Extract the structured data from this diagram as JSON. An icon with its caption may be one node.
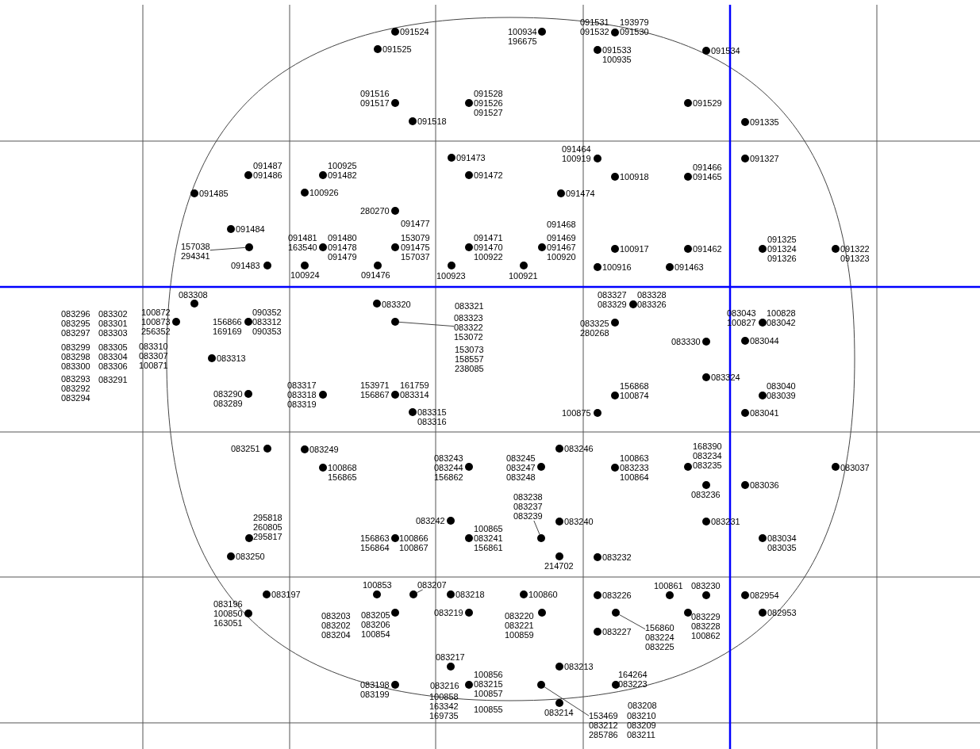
{
  "diagram": {
    "nodes": [
      {
        "text": [
          "157038",
          "294341"
        ]
      },
      {
        "text": [],
        "shape": "circle"
      },
      {
        "text": [
          "083323",
          "083322",
          "153072"
        ]
      },
      {
        "text": [],
        "shape": "circle"
      },
      {
        "text": [
          "083238",
          "083237",
          "083239"
        ]
      },
      {
        "text": [],
        "shape": "circle"
      },
      {
        "text": [
          "083207"
        ]
      },
      {
        "text": [],
        "shape": "circle"
      },
      {
        "text": [],
        "shape": "circle"
      },
      {
        "text": [
          "156860",
          "083224",
          "083225"
        ]
      },
      {
        "text": [],
        "shape": "circle"
      },
      {
        "text": [
          "153469",
          "083212",
          "285786"
        ]
      }
    ],
    "edges": [
      {
        "from": 0,
        "to": 1,
        "arrow": "none"
      },
      {
        "from": 3,
        "to": 2,
        "arrow": "none"
      },
      {
        "from": 4,
        "to": 5,
        "arrow": "none"
      },
      {
        "from": 6,
        "to": 7,
        "arrow": "none"
      },
      {
        "from": 8,
        "to": 9,
        "arrow": "none"
      },
      {
        "from": 10,
        "to": 11,
        "arrow": "none"
      }
    ],
    "labels": [
      "091524",
      "091525",
      "100934",
      "196675",
      "091531",
      "091532",
      "193979",
      "091530",
      "091533",
      "100935",
      "091534",
      "091516",
      "091517",
      "091528",
      "091526",
      "091527",
      "091529",
      "091518",
      "091335",
      "091464",
      "100919",
      "091473",
      "091327",
      "091487",
      "091486",
      "100925",
      "091482",
      "091466",
      "091465",
      "091472",
      "100918",
      "091485",
      "100926",
      "091474",
      "280270",
      "091477",
      "091468",
      "091484",
      "091481",
      "163540",
      "091480",
      "091478",
      "091479",
      "153079",
      "091475",
      "157037",
      "091471",
      "091470",
      "100922",
      "091469",
      "091467",
      "100920",
      "091325",
      "091324",
      "091326",
      "100917",
      "091462",
      "091322",
      "091323",
      "091483",
      "100916",
      "091463",
      "100924",
      "091476",
      "100923",
      "100921",
      "083308",
      "083327",
      "083329",
      "083328",
      "083326",
      "083320",
      "083321",
      "083296",
      "083295",
      "083297",
      "083302",
      "083301",
      "083303",
      "100872",
      "100873",
      "256352",
      "090352",
      "083312",
      "090353",
      "156866",
      "169169",
      "083043",
      "100827",
      "100828",
      "083042",
      "083325",
      "280268",
      "083330",
      "083044",
      "153073",
      "158557",
      "238085",
      "083299",
      "083298",
      "083300",
      "083305",
      "083304",
      "083306",
      "083310",
      "083307",
      "100871",
      "083313",
      "083324",
      "083293",
      "083292",
      "083294",
      "083291",
      "083317",
      "083318",
      "083319",
      "153971",
      "156867",
      "161759",
      "083314",
      "156868",
      "100874",
      "083040",
      "083039",
      "083290",
      "083289",
      "083315",
      "083316",
      "100875",
      "083041",
      "083251",
      "083249",
      "083246",
      "168390",
      "083234",
      "083235",
      "083243",
      "083244",
      "156862",
      "083245",
      "083247",
      "083248",
      "100863",
      "083233",
      "100864",
      "083037",
      "100868",
      "156865",
      "083236",
      "083036",
      "295818",
      "260805",
      "295817",
      "083242",
      "083240",
      "083231",
      "100865",
      "083241",
      "156861",
      "156863",
      "156864",
      "100866",
      "100867",
      "083034",
      "083035",
      "083250",
      "214702",
      "083232",
      "100853",
      "083218",
      "100860",
      "083226",
      "100861",
      "083230",
      "082954",
      "083197",
      "083196",
      "100850",
      "163051",
      "083203",
      "083202",
      "083204",
      "083205",
      "083206",
      "100854",
      "083219",
      "083220",
      "083221",
      "100859",
      "083229",
      "083228",
      "100862",
      "082953",
      "083227",
      "083217",
      "083213",
      "100856",
      "083215",
      "100857",
      "083216",
      "083198",
      "083199",
      "164264",
      "083223",
      "100858",
      "163342",
      "169735",
      "100855",
      "083214",
      "083208",
      "083210",
      "083209",
      "083211"
    ]
  }
}
